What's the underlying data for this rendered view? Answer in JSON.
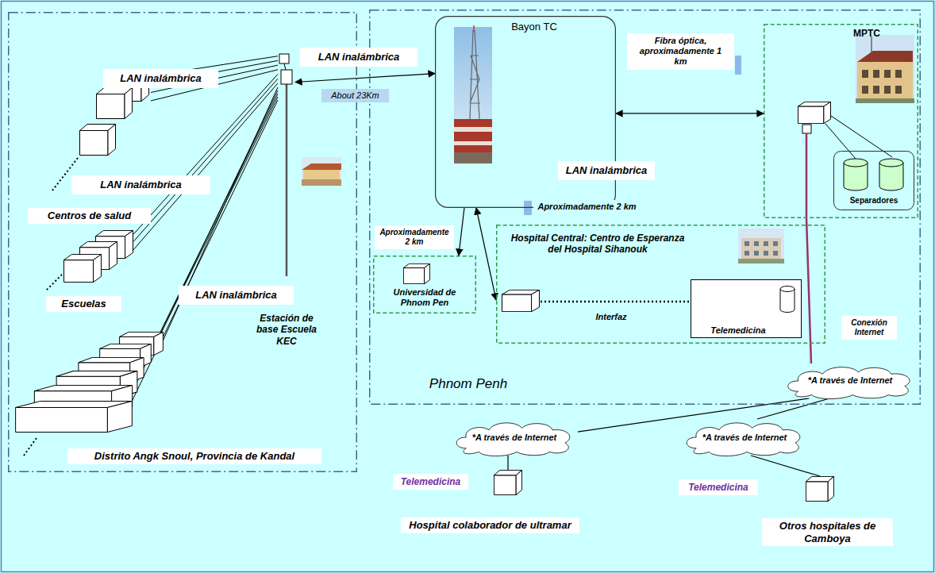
{
  "diagram": {
    "nodes": [
      {
        "text": [
          "Distrito Angk Snoul, Provincia de Kandal"
        ]
      },
      {
        "text": [
          "Estación de base Escuela KEC"
        ],
        "in": 0
      },
      {
        "text": [
          "Centros de salud"
        ],
        "in": 0
      },
      {
        "text": [
          "Escuelas"
        ],
        "in": 0
      },
      {
        "text": [
          "Phnom Penh"
        ]
      },
      {
        "text": [
          "Bayon TC"
        ],
        "in": 4
      },
      {
        "text": [
          "MPTC"
        ],
        "in": 4
      },
      {
        "text": [
          "Separadores"
        ],
        "in": 6
      },
      {
        "text": [
          "Universidad de Phnom Pen"
        ],
        "in": 4
      },
      {
        "text": [
          "Hospital Central: Centro de Esperanza del Hospital Sihanouk"
        ],
        "in": 4
      },
      {
        "text": [
          "Telemedicina"
        ],
        "in": 9
      },
      {
        "text": [
          "*A través de Internet"
        ],
        "in": 4
      },
      {
        "text": [
          "*A través de Internet"
        ]
      },
      {
        "text": [
          "*A través de Internet"
        ]
      },
      {
        "text": [
          "Hospital colaborador de ultramar"
        ]
      },
      {
        "text": [
          "Otros hospitales de Camboya"
        ]
      }
    ],
    "edges": [
      {
        "from": 1,
        "to": 5,
        "arrow": "both",
        "label": "About 23Km"
      },
      {
        "from": 1,
        "to": 2,
        "arrow": "none"
      },
      {
        "from": 1,
        "to": 3,
        "arrow": "none"
      },
      {
        "from": 5,
        "to": 6,
        "arrow": "both",
        "label": "Fibra óptica, aproximadamente 1 km"
      },
      {
        "from": 5,
        "to": 8,
        "arrow": "to",
        "label": "Aproximadamente 2 km"
      },
      {
        "from": 5,
        "to": 9,
        "arrow": "both",
        "label": "Aproximadamente 2 km"
      },
      {
        "from": 6,
        "to": 11,
        "arrow": "none",
        "label": "Conexión Internet"
      },
      {
        "from": 11,
        "to": 12,
        "arrow": "none"
      },
      {
        "from": 11,
        "to": 13,
        "arrow": "none"
      },
      {
        "from": 12,
        "to": 14,
        "arrow": "none"
      },
      {
        "from": 13,
        "to": 15,
        "arrow": "none"
      }
    ],
    "labels": [
      "LAN inalámbrica",
      "LAN inalámbrica",
      "LAN inalámbrica",
      "LAN inalámbrica",
      "LAN inalámbrica",
      "Interfaz",
      "Telemedicina",
      "Telemedicina"
    ]
  }
}
